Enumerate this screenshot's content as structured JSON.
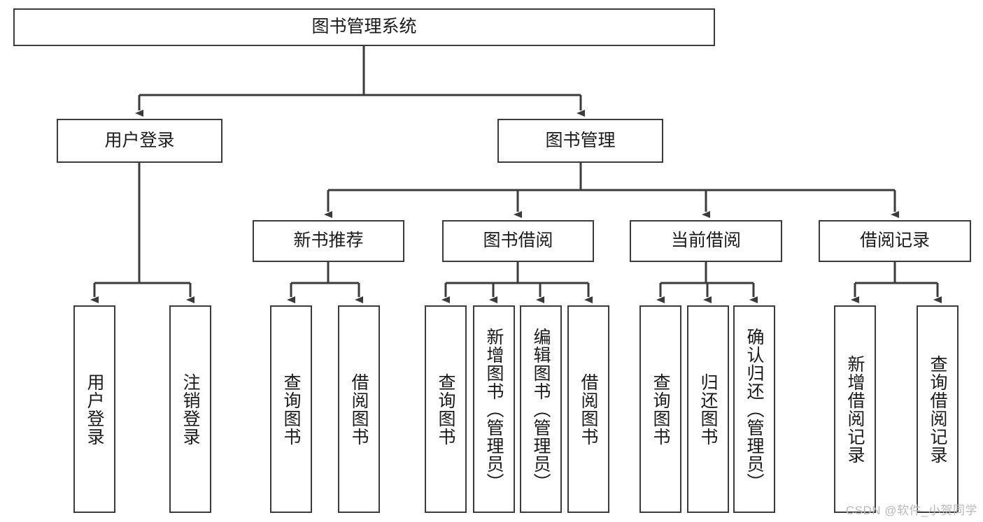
{
  "diagram": {
    "type": "tree-hierarchy",
    "title": "图书管理系统",
    "watermark": "CSDN @软件_小贺同学",
    "colors": {
      "box_border": "#3b3b3b",
      "box_fill": "#ffffff",
      "connector": "#3b3b3b",
      "text": "#1a1a1a",
      "watermark": "#b8b8b8"
    },
    "root": {
      "label": "图书管理系统"
    },
    "level1": [
      {
        "label": "用户登录"
      },
      {
        "label": "图书管理"
      }
    ],
    "level2": [
      {
        "label": "新书推荐"
      },
      {
        "label": "图书借阅"
      },
      {
        "label": "当前借阅"
      },
      {
        "label": "借阅记录"
      }
    ],
    "leaves": {
      "user_login": [
        {
          "label": "用户登录"
        },
        {
          "label": "注销登录"
        }
      ],
      "new_book_recommend": [
        {
          "label": "查询图书"
        },
        {
          "label": "借阅图书"
        }
      ],
      "book_borrow": [
        {
          "label": "查询图书"
        },
        {
          "label": "新增图书（管理员）"
        },
        {
          "label": "编辑图书（管理员）"
        },
        {
          "label": "借阅图书"
        }
      ],
      "current_borrow": [
        {
          "label": "查询图书"
        },
        {
          "label": "归还图书"
        },
        {
          "label": "确认归还（管理员）"
        }
      ],
      "borrow_record": [
        {
          "label": "新增借阅记录"
        },
        {
          "label": "查询借阅记录"
        }
      ]
    }
  }
}
